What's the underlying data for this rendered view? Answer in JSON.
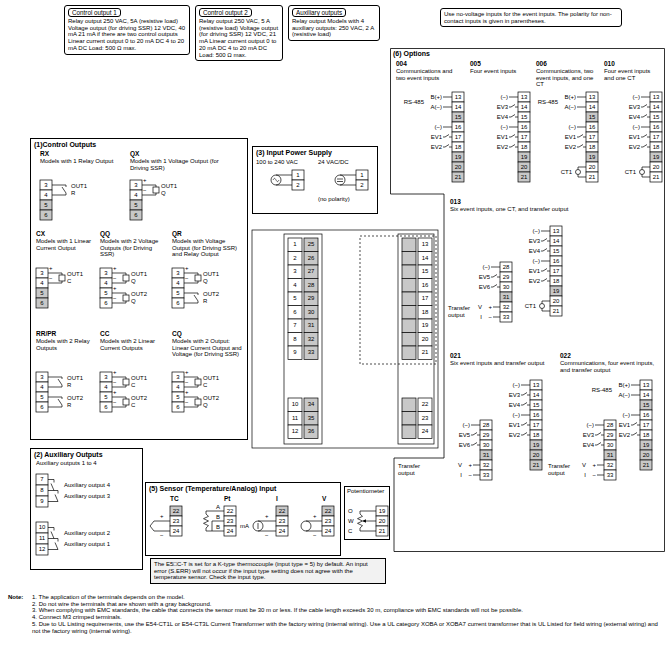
{
  "diagram": {
    "nodes": [
      {
        "text": [
          "Control output 1",
          "Relay output 250 VAC, 5A (resistive load) Voltage output (for driving SSR) 12 VDC, 40 mA 21 mA if there are two control outputs Linear current output 0 to 20 mA DC 4 to 20 mA DC Load: 500 Ω max."
        ]
      },
      {
        "text": [
          "Control output 2",
          "Relay output 250 VAC, 5 A (resistive load) Voltage output (for driving SSR) 12 VDC, 21 mA Linear current output 0 to 20 mA DC 4 to 20 mA DC Load: 500 Ω max."
        ]
      },
      {
        "text": [
          "Auxiliary outputs",
          "Relay output Models with 4 auxiliary outputs: 250 VAC, 2 A (resistive load)"
        ]
      },
      {
        "text": [
          "Use no-voltage inputs for the event inputs. The polarity for non-contact inputs is given in parentheses."
        ]
      },
      {
        "text": [
          "(1)Control Outputs"
        ]
      },
      {
        "text": [
          "(2) Auxiliary Outputs"
        ]
      },
      {
        "text": [
          "(3) Input Power Supply"
        ]
      },
      {
        "text": [
          "(6) Options"
        ]
      },
      {
        "text": [
          "(5) Sensor (Temperature/Analog) Input"
        ]
      },
      {
        "text": [
          "Potentiometer"
        ]
      },
      {
        "text": [
          "The E5□C-T is set for a K-type thermocouple (input type = 5) by default. An input error (S.ERR) will not occur if the input type setting does not agree with the temperature sensor. Check the input type."
        ]
      }
    ],
    "labels": [
      "RX",
      "Models with 1 Relay Output",
      "3 4 5 6",
      "OUT1",
      "R",
      "QX",
      "Models with 1 Voltage Output (for Driving SSR)",
      "3 4 5 6",
      "+",
      "−",
      "OUT1",
      "Q",
      "CX",
      "Models with 1 Linear Current Output",
      "3 4 5 6",
      "+",
      "−",
      "OUT1",
      "C",
      "QQ",
      "Models with 2 Voltage Outputs (for Driving SSR)",
      "3 4 5 6",
      "+",
      "−",
      "OUT1",
      "Q",
      "+",
      "−",
      "OUT2",
      "Q",
      "QR",
      "Models with Voltage Output (for Driving SSR) and Relay Output",
      "3 4 5 6",
      "+",
      "−",
      "OUT1",
      "Q",
      "OUT2",
      "R",
      "RR/PR",
      "Models with 2 Relay Outputs",
      "3 4 5 6",
      "OUT1",
      "R",
      "OUT2",
      "R",
      "CC",
      "Models with 2 Linear Current Outputs",
      "3 4 5 6",
      "+",
      "−",
      "OUT1",
      "C",
      "+",
      "−",
      "OUT2",
      "C",
      "CQ",
      "Models with 2 Output: Linear Current Output and Voltage (for Driving SSR)",
      "3 4 5 6",
      "+",
      "−",
      "OUT1",
      "C",
      "+",
      "−",
      "OUT2",
      "Q",
      "Auxiliary outputs 1 to 4",
      "7 8 9",
      "10 11 12",
      "Auxiliary output 4",
      "Auxiliary output 3",
      "Auxiliary output 2",
      "Auxiliary output 1",
      "100 to 240 VAC",
      "1 2",
      "24 VAC/DC",
      "1 2",
      "(no polarity)",
      "1 2 3 4 5 6 7 8 9",
      "10 11 12",
      "25 26 27 28 29 30 31 32 33",
      "34 35 36",
      "13 14 15 16 17 18 19 20 21",
      "22 23 24",
      "TC",
      "22 23 24",
      "+",
      "−",
      "Pt",
      "22 23 24",
      "A",
      "B",
      "B",
      "I",
      "22 23 24",
      "mA",
      "+",
      "−",
      "V",
      "22 23 24",
      "+",
      "−",
      "O",
      "W",
      "C",
      "19 20 21",
      "004",
      "Communications and two event inputs",
      "13 14 15 16 17 18 19 20 21",
      "B(+)",
      "RS-485",
      "A(−)",
      "(−)",
      "EV1",
      "EV2",
      "005",
      "Four event inputs",
      "13 14 15 16 17 18 19 20 21",
      "(−)",
      "EV3",
      "EV4",
      "(−)",
      "EV1",
      "EV2",
      "006",
      "Communications, two event inputs, and one CT",
      "13 14 15 16 17 18 19 20 21",
      "B(+)",
      "RS-485",
      "A(−)",
      "(−)",
      "EV1",
      "EV2",
      "CT1",
      "010",
      "Four event inputs and one CT",
      "13 14 15 16 17 18 19 20 21",
      "(−)",
      "EV3",
      "EV4",
      "(−)",
      "EV1",
      "EV2",
      "CT1",
      "013",
      "Six event inputs, one CT, and transfer output",
      "13 14 15 16 17 18 19 20 21",
      "(−)",
      "EV3",
      "EV4",
      "(−)",
      "EV1",
      "EV2",
      "CT1",
      "28 29 30 31 32 33",
      "(−)",
      "EV5",
      "EV6",
      "+",
      "−",
      "V",
      "I",
      "Transfer output",
      "021",
      "Six event inputs and transfer output",
      "13 14 15 16 17 18 19 20 21",
      "(−)",
      "EV3",
      "EV4",
      "(−)",
      "EV1",
      "EV2",
      "28 29 30 31 32 33",
      "(−)",
      "EV5",
      "EV6",
      "+",
      "−",
      "V",
      "I",
      "Transfer output",
      "022",
      "Communications, four event inputs, and transfer output",
      "13 14 15 16 17 18 19 20 21",
      "B(+)",
      "RS-485",
      "A(−)",
      "(−)",
      "EV1",
      "EV2",
      "28 29 30 31 32 33",
      "(−)",
      "EV3",
      "EV4",
      "+",
      "−",
      "V",
      "I",
      "Transfer output",
      "Note:",
      "1. The application of the terminals depends on the model.",
      "2. Do not wire the terminals that are shown with a gray background.",
      "3. When complying with EMC standards, the cable that connects the sensor must be 30 m or less. If the cable length exceeds 30 m, compliance with EMC standards will not be possible.",
      "4. Connect M3 crimped terminals.",
      "5. Due to UL Listing requirements, use the E54-CT1L or E54-CT3L Current Transformer with the factory wiring (internal wiring). Use a UL category XOBA or XOBA7 current transformer that is UL Listed for field wiring (external wiring) and not the factory wiring (internal wiring)."
    ]
  }
}
